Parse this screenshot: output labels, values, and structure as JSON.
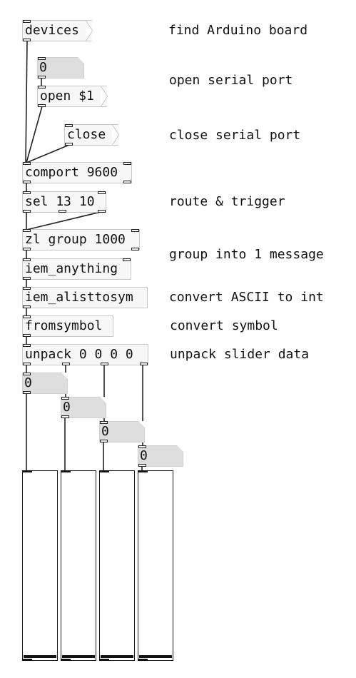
{
  "patch": {
    "objects": {
      "devices": "devices",
      "num_port": "0",
      "open": "open $1",
      "close": "close",
      "comport": "comport 9600",
      "sel": "sel 13 10",
      "zl": "zl group 1000",
      "iem_anything": "iem_anything",
      "iem_alisttosym": "iem_alisttosym",
      "fromsymbol": "fromsymbol",
      "unpack": "unpack 0 0 0 0"
    },
    "number_boxes": [
      "0",
      "0",
      "0",
      "0"
    ],
    "sliders": [
      {
        "value": 0
      },
      {
        "value": 0
      },
      {
        "value": 0
      },
      {
        "value": 0
      }
    ],
    "comments": {
      "find_board": "find Arduino board",
      "open_port": "open serial port",
      "close_port": "close serial port",
      "route": "route & trigger",
      "group": "group into 1 message",
      "convert_ascii": "convert ASCII to int",
      "convert_symbol": "convert symbol",
      "unpack_slider": "unpack slider data"
    }
  }
}
